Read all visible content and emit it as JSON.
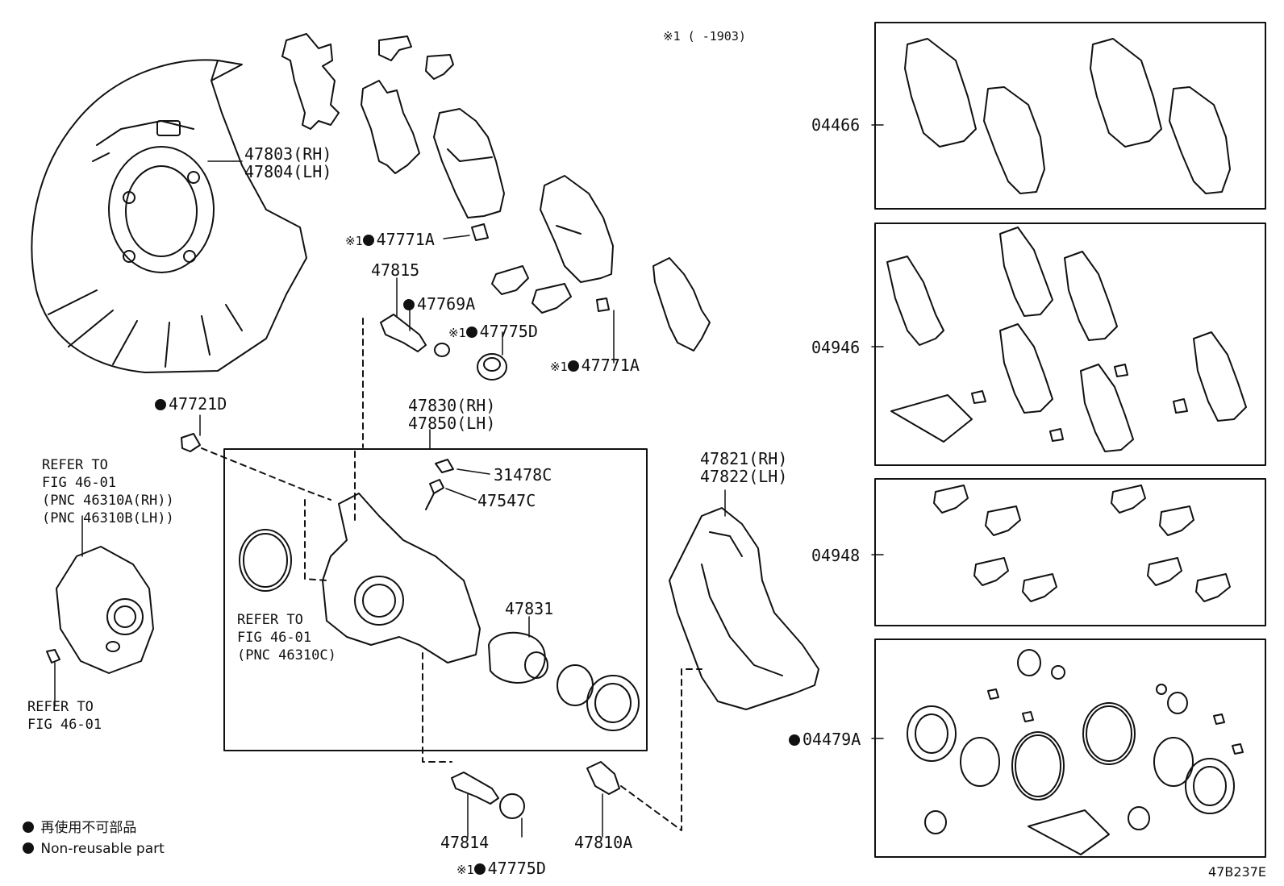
{
  "diagram": {
    "note_top": "※1 (   -1903)",
    "image_code": "47B237E",
    "legend": [
      {
        "text": "再使用不可部品"
      },
      {
        "text": "Non-reusable part"
      }
    ],
    "labels": {
      "p47803": "47803(RH)",
      "p47804": "47804(LH)",
      "p47771a_1": "47771A",
      "p47815": "47815",
      "p47769a": "47769A",
      "p47775d_1": "47775D",
      "p47771a_2": "47771A",
      "p47721d": "47721D",
      "p47830": "47830(RH)",
      "p47850": "47850(LH)",
      "p31478c": "31478C",
      "p47547c": "47547C",
      "p47831": "47831",
      "p47821": "47821(RH)",
      "p47822": "47822(LH)",
      "p47814": "47814",
      "p47810a": "47810A",
      "p47775d_2": "47775D",
      "p04466": "04466",
      "p04946": "04946",
      "p04948": "04948",
      "p04479a": "04479A",
      "star": "※1",
      "ref1_l1": "REFER TO",
      "ref1_l2": "FIG 46-01",
      "ref1_l3": "(PNC 46310A(RH))",
      "ref1_l4": "(PNC 46310B(LH))",
      "ref2_l1": "REFER TO",
      "ref2_l2": "FIG 46-01",
      "ref3_l1": "REFER TO",
      "ref3_l2": "FIG 46-01",
      "ref3_l3": "(PNC 46310C)"
    }
  }
}
